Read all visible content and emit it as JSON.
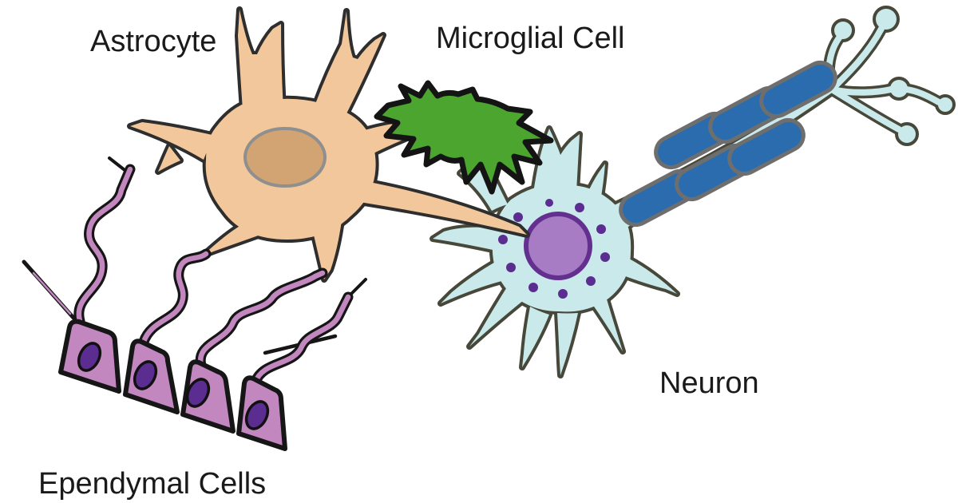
{
  "diagram": {
    "background": "#ffffff",
    "label_color": "#1a1a1a",
    "labels": {
      "astrocyte": "Astrocyte",
      "microglial": "Microglial Cell",
      "neuron": "Neuron",
      "ependymal": "Ependymal Cells"
    },
    "colors": {
      "astrocyte": {
        "fill": "#f2c79b",
        "outline": "#2e2e2e",
        "nucleus_fill": "#d2a473",
        "nucleus_stroke": "#8f8f8f"
      },
      "microglial": {
        "fill": "#4ba52e",
        "outline": "#141414"
      },
      "neuron": {
        "fill": "#c9e9eb",
        "outline": "#47473a",
        "nucleus_fill": "#a87cc4",
        "nucleus_stroke": "#63308f",
        "nissl_dot": "#5b2d90"
      },
      "myelin": {
        "fill": "#2a6cad",
        "stroke": "#6e6e6e"
      },
      "ependymal": {
        "fill": "#c287bf",
        "outline": "#161616",
        "nucleus_fill": "#5c2d91",
        "nucleus_stroke": "#111111"
      }
    }
  }
}
